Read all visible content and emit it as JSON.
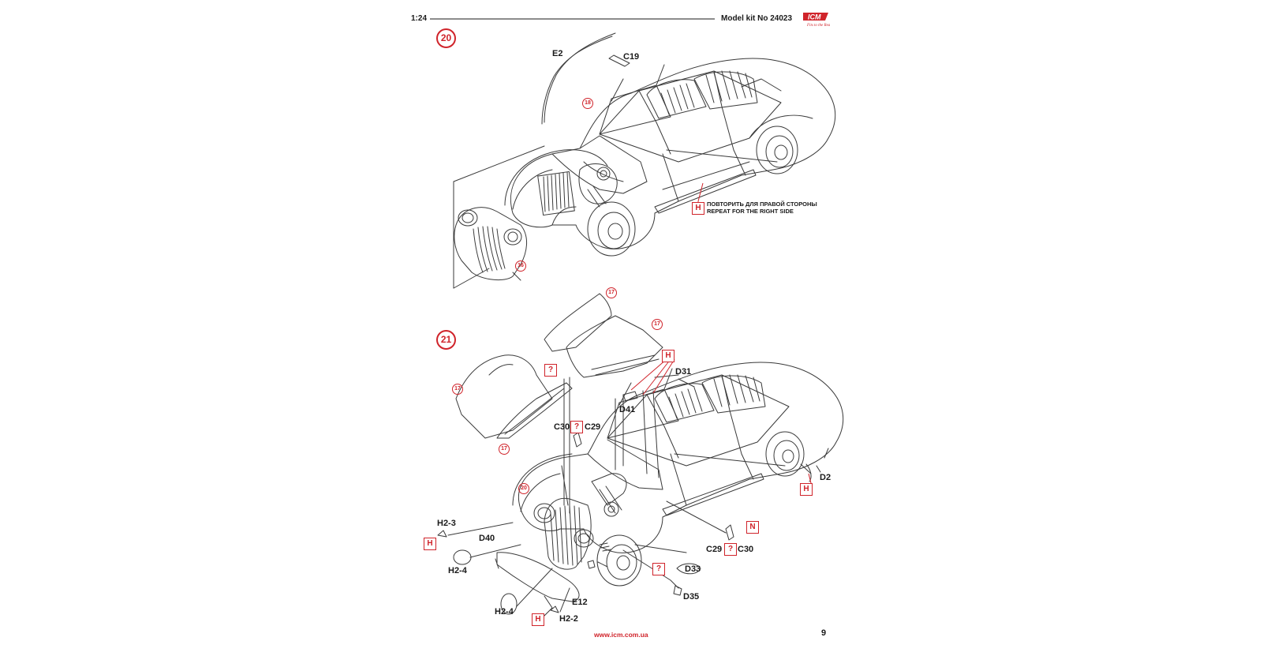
{
  "header": {
    "scale": "1:24",
    "model_kit": "Model kit No 24023",
    "logo_text": "ICM"
  },
  "steps": {
    "step20": "20",
    "step21": "21"
  },
  "refs": {
    "r18": "18",
    "r16": "16",
    "r17a": "17",
    "r17b": "17",
    "r17c": "17",
    "r17d": "17",
    "r20": "20"
  },
  "parts": {
    "E2": "E2",
    "C19": "C19",
    "D31": "D31",
    "D41": "D41",
    "C30_left": "C30",
    "C29_left": "C29",
    "D2": "D2",
    "H2_3": "H2-3",
    "D40": "D40",
    "H2_4a": "H2-4",
    "H2_4b": "H2-4",
    "C29_right": "C29",
    "C30_right": "C30",
    "D33": "D33",
    "D35": "D35",
    "E12": "E12",
    "H2_2": "H2-2"
  },
  "symbols": {
    "H": "H",
    "Q": "?",
    "N": "N"
  },
  "note": {
    "ru": "ПОВТОРИТЬ ДЛЯ ПРАВОЙ СТОРОНЫ",
    "en": "REPEAT FOR THE RIGHT SIDE"
  },
  "footer": {
    "url": "www.icm.com.ua",
    "page": "9"
  },
  "colors": {
    "accent": "#d0242b",
    "ink": "#1a1a1a"
  }
}
